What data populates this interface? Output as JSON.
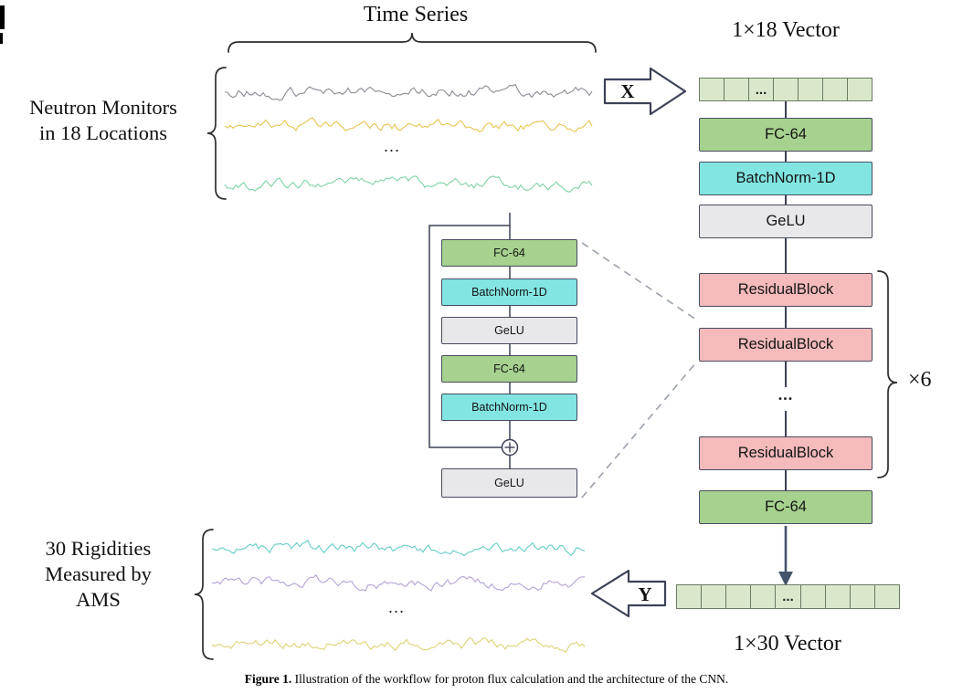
{
  "colors": {
    "fc_block": "#a6d18e",
    "batchnorm_block": "#82e5e2",
    "gelu_block": "#e8e7ea",
    "residual_block": "#f4babc",
    "vector_cell": "#d9e8cb",
    "line": "#3c4257",
    "arrow_fill": "#44546a",
    "brace": "#2d2d2d",
    "dashed_line": "#9aa0ab",
    "series_top": [
      "#8b8b95",
      "#e7c44e",
      "#7fd3a4"
    ],
    "series_bottom": [
      "#63ccc5",
      "#b5a3d6",
      "#dcd374"
    ]
  },
  "top": {
    "title": "Time Series",
    "source_label_line1": "Neutron Monitors",
    "source_label_line2": "in 18 Locations",
    "ellipsis": "…"
  },
  "bottom": {
    "target_label_line1": "30 Rigidities",
    "target_label_line2": "Measured by",
    "target_label_line3": "AMS",
    "ellipsis": "…"
  },
  "arrows": {
    "input_label": "X",
    "output_label": "Y"
  },
  "network": {
    "input_vector_title": "1×18 Vector",
    "output_vector_title": "1×30 Vector",
    "cell_ellipsis": "...",
    "stack_ellipsis": "...",
    "repeat_label": "×6",
    "blocks": {
      "fc_in": "FC-64",
      "batchnorm": "BatchNorm-1D",
      "gelu": "GeLU",
      "residual1": "ResidualBlock",
      "residual2": "ResidualBlock",
      "residual3": "ResidualBlock",
      "fc_out": "FC-64"
    }
  },
  "residual_detail": {
    "fc1": "FC-64",
    "batchnorm1": "BatchNorm-1D",
    "gelu1": "GeLU",
    "fc2": "FC-64",
    "batchnorm2": "BatchNorm-1D",
    "gelu_out": "GeLU"
  },
  "caption": {
    "prefix": "Figure 1.",
    "body": " Illustration of the workflow for proton flux calculation and the architecture of the CNN."
  }
}
